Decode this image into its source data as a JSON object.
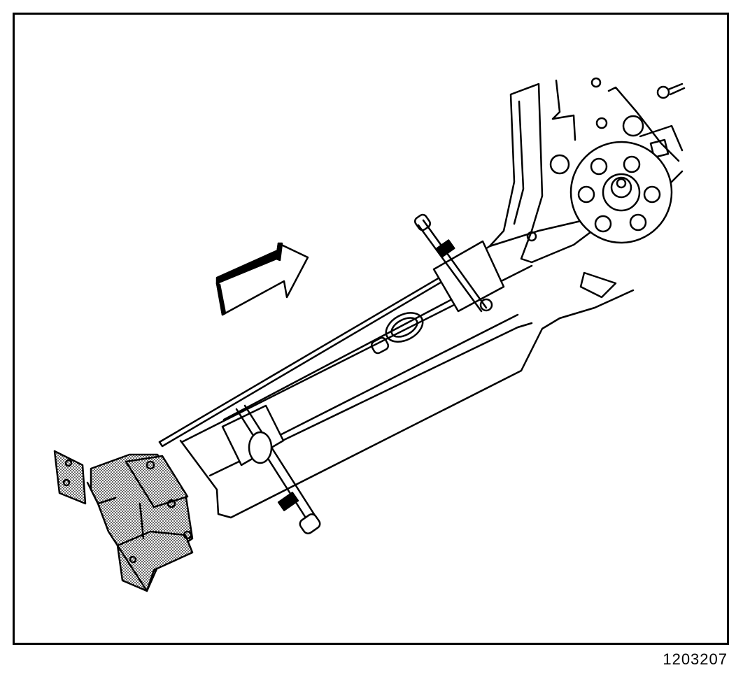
{
  "figure": {
    "number": "1203207"
  },
  "colors": {
    "line": "#000000",
    "background": "#ffffff",
    "shading": "#b8b8b8"
  },
  "parts": {
    "icons": [
      "direction-arrow-icon",
      "frame-rail",
      "wheel-hub",
      "front-bracket",
      "mounting-bolt",
      "upper-bolt"
    ]
  }
}
